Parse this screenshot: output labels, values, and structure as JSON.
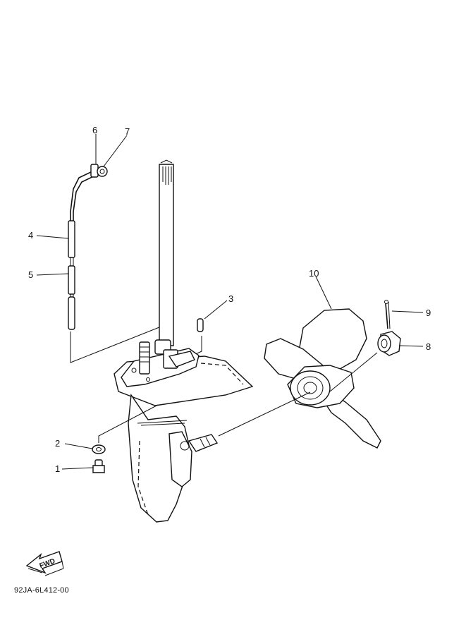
{
  "callouts": [
    {
      "num": "6"
    },
    {
      "num": "7"
    },
    {
      "num": "4"
    },
    {
      "num": "5"
    },
    {
      "num": "3"
    },
    {
      "num": "10"
    },
    {
      "num": "9"
    },
    {
      "num": "8"
    },
    {
      "num": "2"
    },
    {
      "num": "1"
    }
  ],
  "fwd_label": "FWD",
  "part_code": "92JA-6L412-00"
}
